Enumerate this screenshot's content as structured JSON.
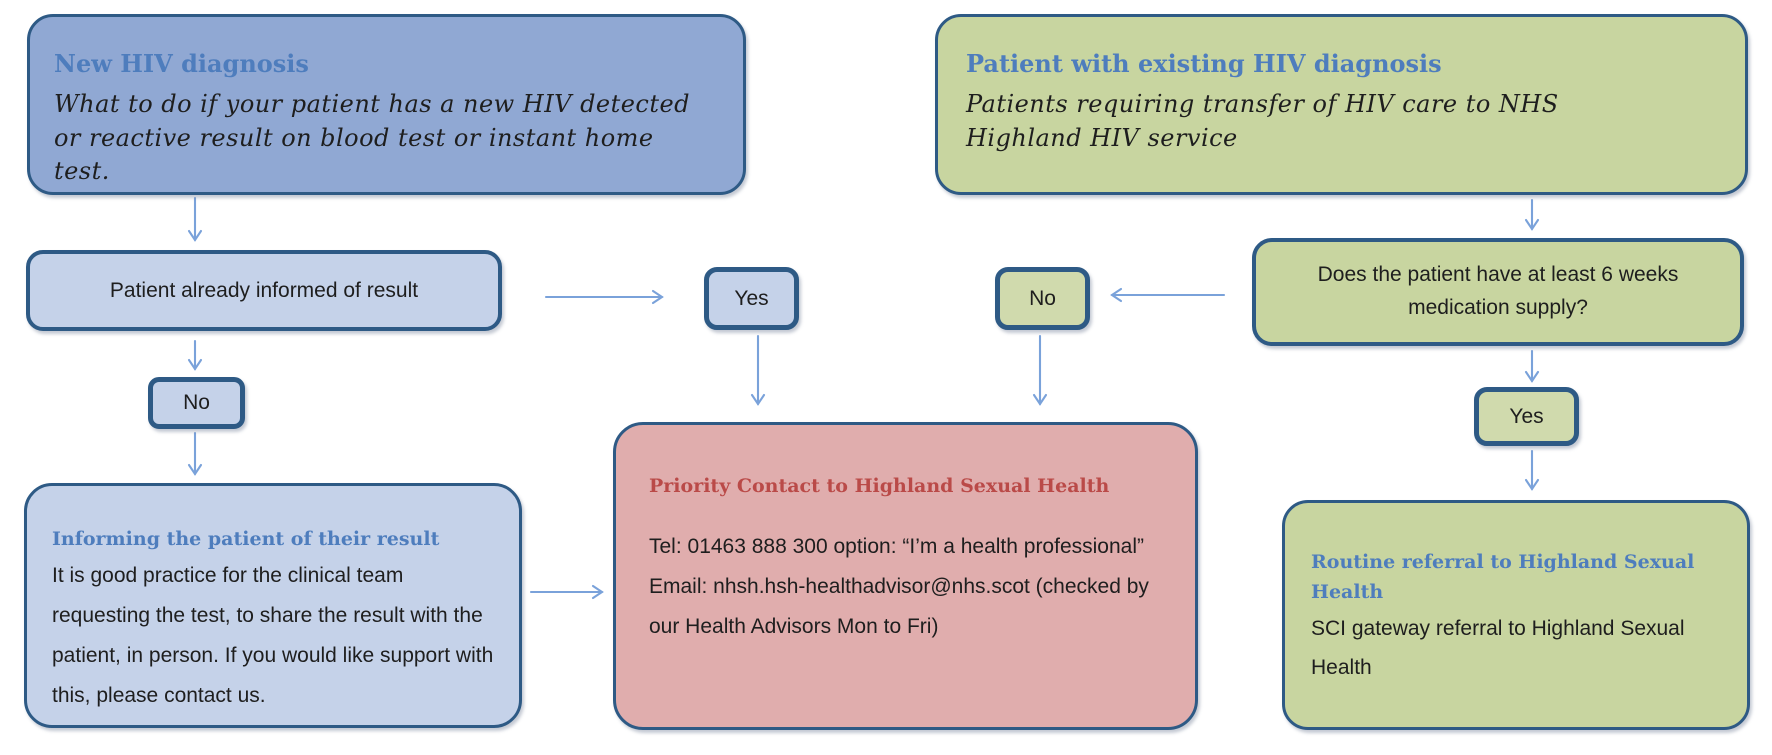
{
  "colors": {
    "box_border": "#2E5A85",
    "arrow": "#7AA2DA",
    "fill_blue": "#90A8D3",
    "fill_blue_light": "#C5D2E9",
    "fill_green": "#C8D5A0",
    "fill_green_light": "#D0DAAD",
    "fill_red": "#E0ADAD",
    "heading_blue": "#4E7DBD",
    "heading_red": "#BA4A48"
  },
  "boxes": {
    "new_hiv": {
      "title": "New HIV diagnosis",
      "body": "What to do if your patient has a new HIV detected or reactive result on blood test or instant home test."
    },
    "existing_hiv": {
      "title": "Patient with existing HIV diagnosis",
      "body": "Patients requiring transfer of HIV care to NHS Highland HIV service"
    },
    "informed": {
      "label": "Patient already informed of result"
    },
    "informed_yes": {
      "label": "Yes"
    },
    "informed_no": {
      "label": "No"
    },
    "medication_question": {
      "label": "Does the patient have at least 6 weeks medication supply?"
    },
    "medication_no": {
      "label": "No"
    },
    "medication_yes": {
      "label": "Yes"
    },
    "informing": {
      "title": "Informing the patient of their result",
      "body": "It is good practice for the clinical team requesting the test, to share the result with the patient, in person. If you would like support with this, please contact us."
    },
    "priority": {
      "title": "Priority Contact to Highland Sexual Health",
      "tel": "Tel: 01463 888 300 option: “I’m a health professional”",
      "email": "Email: nhsh.hsh-healthadvisor@nhs.scot (checked by our Health Advisors Mon to Fri)"
    },
    "routine": {
      "title": "Routine referral to Highland Sexual Health",
      "body": "SCI gateway referral to Highland Sexual Health"
    }
  }
}
